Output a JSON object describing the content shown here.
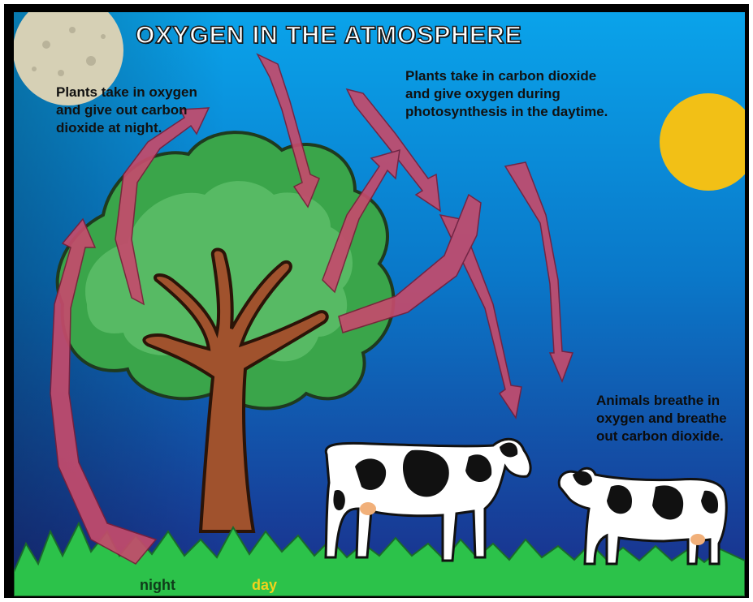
{
  "title": "OXYGEN IN THE ATMOSPHERE",
  "labels": {
    "night_text": "Plants take in oxygen\nand give out carbon\ndioxide at night.",
    "day_text": "Plants take in carbon dioxide\nand give oxygen during\nphotosynthesis in the daytime.",
    "animals_text": "Animals breathe in\noxygen and breathe\nout carbon dioxide."
  },
  "legend": {
    "night": "night",
    "day": "day"
  },
  "colors": {
    "sky_top": "#0a9fe6",
    "sky_bottom": "#1a237e",
    "arrow": "#c54b6c",
    "sun": "#f2c016",
    "moon": "#d8d2b6",
    "grass": "#2cc24a",
    "night_label": "#0f3b1a",
    "day_label": "#f2d21c"
  },
  "icons": [
    "moon-icon",
    "sun-icon",
    "tree-icon",
    "cow-icon"
  ]
}
